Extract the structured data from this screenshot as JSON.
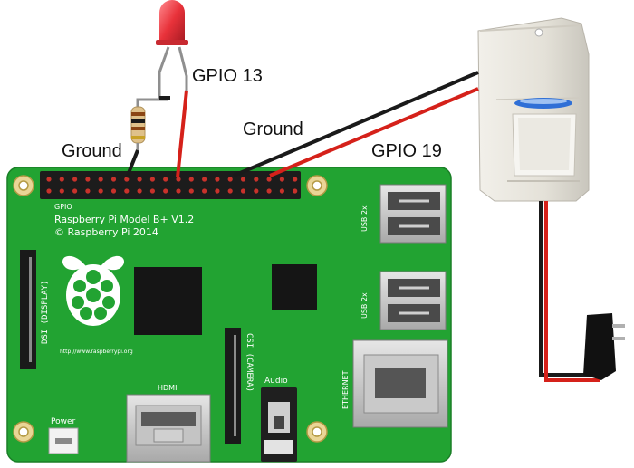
{
  "labels": {
    "gpio13": "GPIO 13",
    "ground_left": "Ground",
    "ground_right": "Ground",
    "gpio19": "GPIO 19"
  },
  "board": {
    "gpio_header": "GPIO",
    "model": "Raspberry Pi Model B+ V1.2",
    "copyright": "© Raspberry Pi 2014",
    "url": "http://www.raspberrypi.org",
    "dsi": "DSI (DISPLAY)",
    "csi": "CSI (CAMERA)",
    "hdmi": "HDMI",
    "audio": "Audio",
    "power": "Power",
    "ethernet": "ETHERNET",
    "usb_top": "USB 2x",
    "usb_bottom": "USB 2x"
  },
  "colors": {
    "board_green": "#22a332",
    "wire_red": "#d5211a",
    "wire_black": "#1a1a1a",
    "led_red": "#e8323a",
    "sensor_lens_blue": "#2f6fd6",
    "board_label": "#ffffff"
  }
}
